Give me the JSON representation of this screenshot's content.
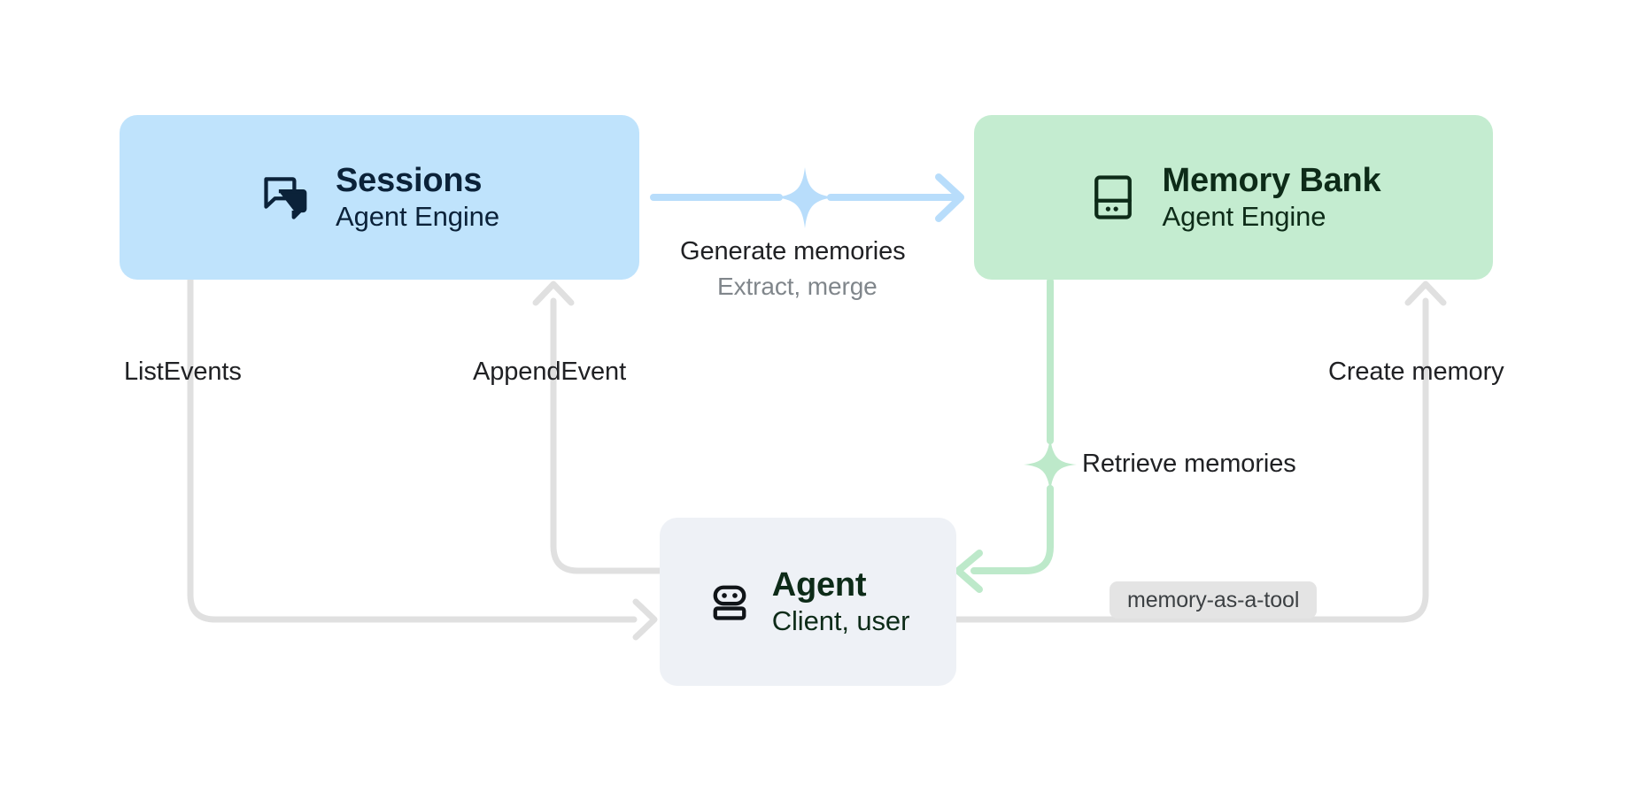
{
  "diagram": {
    "title": "Agent Engine Sessions and Memory Bank architecture",
    "background": "#ffffff",
    "colors": {
      "sessions_fill": "#bfe3fc",
      "memory_fill": "#c4ecd0",
      "agent_fill": "#eef1f6",
      "blue_edge": "#b8ddfb",
      "green_edge": "#bde9ca",
      "gray_edge": "#e0e0e0",
      "label_text": "#202124",
      "sublabel_text": "#80868b",
      "chip_fill": "#e4e4e4"
    }
  },
  "nodes": [
    {
      "id": "sessions",
      "title": "Sessions",
      "subtitle": "Agent Engine",
      "icon": "chat-bubbles-icon"
    },
    {
      "id": "memory_bank",
      "title": "Memory Bank",
      "subtitle": "Agent Engine",
      "icon": "database-drive-icon"
    },
    {
      "id": "agent",
      "title": "Agent",
      "subtitle": "Client, user",
      "icon": "robot-icon"
    }
  ],
  "edges": [
    {
      "id": "generate_memories",
      "label": "Generate memories",
      "sublabel": "Extract, merge",
      "from": "sessions",
      "to": "memory_bank",
      "color": "#b8ddfb",
      "sparkle": true
    },
    {
      "id": "append_event",
      "label": "AppendEvent",
      "from": "agent",
      "to": "sessions",
      "color": "#e0e0e0",
      "sparkle": false
    },
    {
      "id": "list_events",
      "label": "ListEvents",
      "from": "sessions",
      "to": "agent",
      "color": "#e0e0e0",
      "sparkle": false
    },
    {
      "id": "retrieve_memories",
      "label": "Retrieve memories",
      "from": "memory_bank",
      "to": "agent",
      "color": "#bde9ca",
      "sparkle": true
    },
    {
      "id": "create_memory",
      "label": "Create memory",
      "from": "agent",
      "to": "memory_bank",
      "color": "#e0e0e0",
      "sparkle": false
    }
  ],
  "chips": [
    {
      "id": "memory_as_a_tool",
      "label": "memory-as-a-tool"
    }
  ]
}
